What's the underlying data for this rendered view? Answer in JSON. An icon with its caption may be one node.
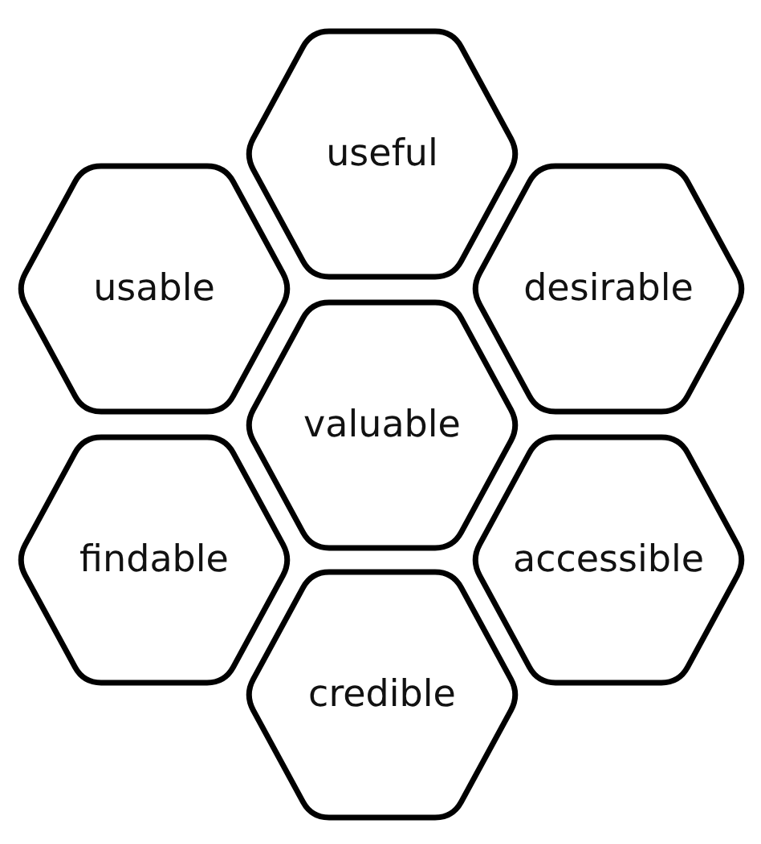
{
  "diagram": {
    "nodes": [
      {
        "text": [
          "useful"
        ]
      },
      {
        "text": [
          "usable"
        ]
      },
      {
        "text": [
          "desirable"
        ]
      },
      {
        "text": [
          "valuable"
        ]
      },
      {
        "text": [
          "findable"
        ]
      },
      {
        "text": [
          "accessible"
        ]
      },
      {
        "text": [
          "credible"
        ]
      }
    ]
  }
}
